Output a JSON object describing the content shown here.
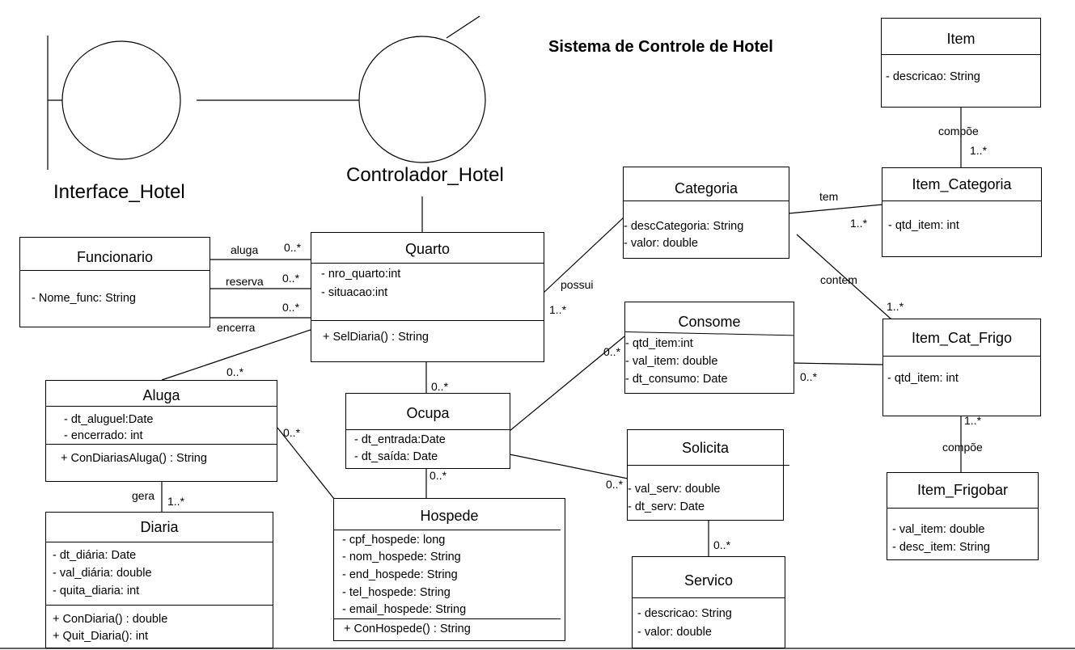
{
  "title": "Sistema de Controle de Hotel",
  "stereotypes": {
    "boundary": "Interface_Hotel",
    "controller": "Controlador_Hotel"
  },
  "classes": {
    "item": {
      "name": "Item",
      "attrs": [
        "- descricao: String"
      ]
    },
    "item_categoria": {
      "name": "Item_Categoria",
      "attrs": [
        "- qtd_item: int"
      ]
    },
    "categoria": {
      "name": "Categoria",
      "attrs": [
        "-   descCategoria: String",
        "-   valor: double"
      ]
    },
    "funcionario": {
      "name": "Funcionario",
      "attrs": [
        "-    Nome_func:  String"
      ]
    },
    "quarto": {
      "name": "Quarto",
      "attrs": [
        "-    nro_quarto:int",
        "-    situacao:int"
      ],
      "methods": [
        "+ SelDiaria() : String"
      ]
    },
    "consome": {
      "name": "Consome",
      "attrs": [
        "-   qtd_item:int",
        "-   val_item: double",
        "-   dt_consumo: Date"
      ]
    },
    "item_cat_frigo": {
      "name": "Item_Cat_Frigo",
      "attrs": [
        "- qtd_item: int"
      ]
    },
    "aluga": {
      "name": "Aluga",
      "attrs": [
        "-    dt_aluguel:Date",
        "-    encerrado: int"
      ],
      "methods": [
        "+   ConDiariasAluga() : String"
      ]
    },
    "ocupa": {
      "name": "Ocupa",
      "attrs": [
        "-    dt_entrada:Date",
        "-    dt_saída: Date"
      ]
    },
    "solicita": {
      "name": "Solicita",
      "attrs": [
        "-    val_serv: double",
        "-    dt_serv: Date"
      ]
    },
    "item_frigobar": {
      "name": "Item_Frigobar",
      "attrs": [
        "-    val_item: double",
        "-    desc_item:  String"
      ]
    },
    "diaria": {
      "name": "Diaria",
      "attrs": [
        "-    dt_diária: Date",
        "-    val_diária: double",
        "-    quita_diaria: int"
      ],
      "methods": [
        "+    ConDiaria() : double",
        "+    Quit_Diaria(): int"
      ]
    },
    "hospede": {
      "name": "Hospede",
      "attrs": [
        "-    cpf_hospede:  long",
        "-    nom_hospede: String",
        "-    end_hospede: String",
        "-    tel_hospede: String",
        "-    email_hospede: String"
      ],
      "methods": [
        "+  ConHospede() : String"
      ]
    },
    "servico": {
      "name": "Servico",
      "attrs": [
        "-    descricao: String",
        "-    valor:  double"
      ]
    }
  },
  "labels": {
    "aluga": "aluga",
    "reserva": "reserva",
    "encerra": "encerra",
    "possui": "possui",
    "tem": "tem",
    "contem": "contem",
    "compoe_top": "compõe",
    "compoe_bottom": "compõe",
    "gera": "gera"
  },
  "multiplicities": {
    "func_aluga": "0..*",
    "func_reserva": "0..*",
    "func_encerra": "0..*",
    "quarto_possui": "1..*",
    "item_compoe": "1..*",
    "cat_tem": "1..*",
    "itemcatfrigo_contem": "1..*",
    "consome_quarto": "0..*",
    "consome_itemcatfrigo": "0..*",
    "aluga_quarto": "0..*",
    "ocupa_quarto": "0..*",
    "aluga_hospede": "0..*",
    "ocupa_hospede": "0..*",
    "solicita_ocupa": "0..*",
    "itemcatfrigo_frigobar": "1..*",
    "diaria_gera": "1..*",
    "servico_solicita": "0..*"
  }
}
